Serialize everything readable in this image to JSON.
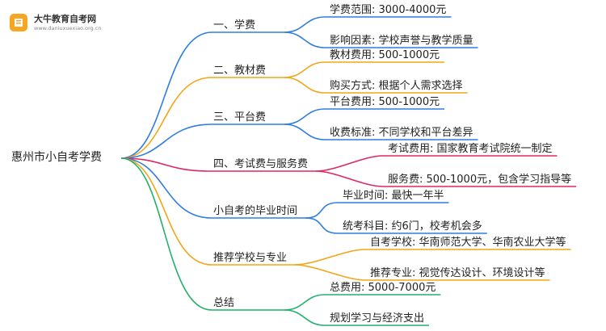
{
  "logo": {
    "title": "大牛教育自考网",
    "url": "www.daniuxuexiao.org.cn",
    "icon": "book-icon"
  },
  "mindmap": {
    "root": "惠州市小自考学费",
    "branches": [
      {
        "label": "一、学费",
        "color": "#2f7de1",
        "children": [
          "学费范围: 3000-4000元",
          "影响因素: 学校声誉与教学质量"
        ]
      },
      {
        "label": "二、教材费",
        "color": "#f2a516",
        "children": [
          "教材费用: 500-1000元",
          "购买方式: 根据个人需求选择"
        ]
      },
      {
        "label": "三、平台费",
        "color": "#2f7de1",
        "children": [
          "平台费用: 500-1000元",
          "收费标准: 不同学校和平台差异"
        ]
      },
      {
        "label": "四、考试费与服务费",
        "color": "#e0265f",
        "children": [
          "考试费用: 国家教育考试院统一制定",
          "服务费: 500-1000元，包含学习指导等"
        ]
      },
      {
        "label": "小自考的毕业时间",
        "color": "#2f7de1",
        "children": [
          "毕业时间: 最快一年半",
          "统考科目: 约6门，校考机会多"
        ]
      },
      {
        "label": "推荐学校与专业",
        "color": "#f2a516",
        "children": [
          "自考学校: 华南师范大学、华南农业大学等",
          "推荐专业: 视觉传达设计、环境设计等"
        ]
      },
      {
        "label": "总结",
        "color": "#22b06a",
        "children": [
          "总费用: 5000-7000元",
          "规划学习与经济支出"
        ]
      }
    ]
  }
}
